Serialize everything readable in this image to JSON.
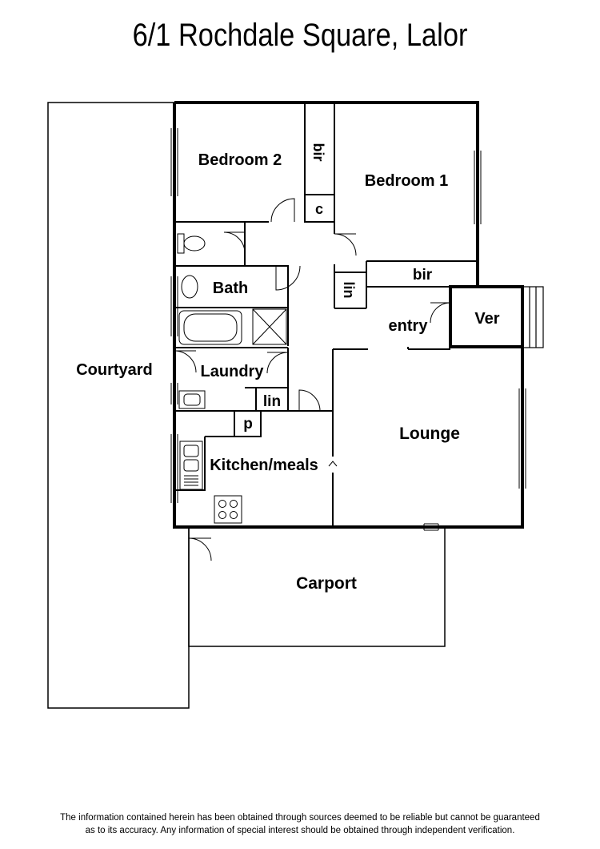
{
  "title": "6/1 Rochdale Square, Lalor",
  "rooms": {
    "bedroom2": "Bedroom 2",
    "bedroom1": "Bedroom 1",
    "bir_vertical": "bir",
    "bir_horizontal": "bir",
    "cupboard": "c",
    "lin_vertical": "lin",
    "lin_horizontal": "lin",
    "bath": "Bath",
    "laundry": "Laundry",
    "pantry": "p",
    "kitchen": "Kitchen/meals",
    "entry": "entry",
    "verandah": "Ver",
    "lounge": "Lounge",
    "courtyard": "Courtyard",
    "carport": "Carport"
  },
  "disclaimer": {
    "line1": "The information contained herein has been obtained through sources deemed to be reliable but cannot be guaranteed",
    "line2": "as to its accuracy.  Any information of special interest should be obtained through independent verification."
  }
}
